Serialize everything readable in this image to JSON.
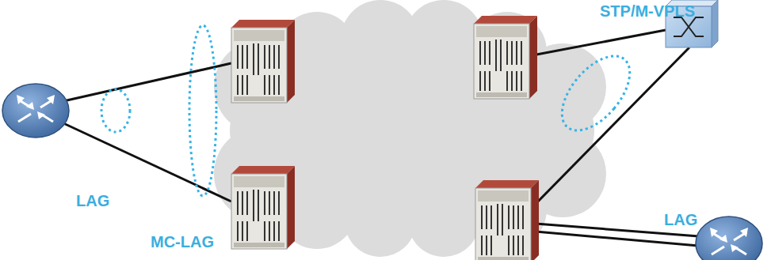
{
  "diagram": {
    "labels": [
      "STP/M-VPLS",
      "LAG",
      "LAG",
      "MC-LAG"
    ]
  }
}
